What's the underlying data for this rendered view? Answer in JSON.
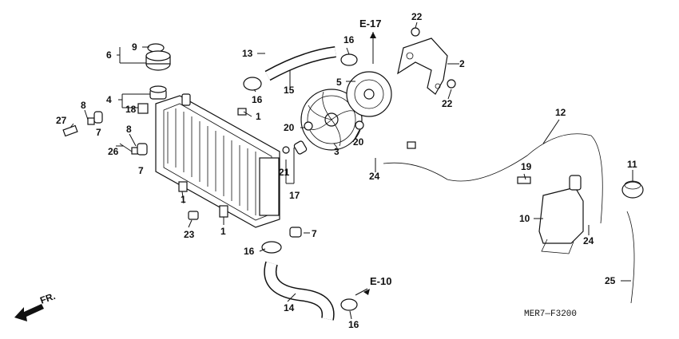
{
  "diagram": {
    "code": "MER7—F3200",
    "direction_label": "FR.",
    "refs": {
      "e17": "E-17",
      "e10": "E-10"
    },
    "callouts": {
      "c1a": "1",
      "c1b": "1",
      "c1c": "1",
      "c2": "2",
      "c3": "3",
      "c4": "4",
      "c5": "5",
      "c6": "6",
      "c7a": "7",
      "c7b": "7",
      "c7c": "7",
      "c8a": "8",
      "c8b": "8",
      "c9": "9",
      "c10": "10",
      "c11": "11",
      "c12": "12",
      "c13": "13",
      "c14": "14",
      "c15": "15",
      "c16a": "16",
      "c16b": "16",
      "c16c": "16",
      "c16d": "16",
      "c17": "17",
      "c18": "18",
      "c20a": "20",
      "c20b": "20",
      "c21": "21",
      "c22a": "22",
      "c22b": "22",
      "c23": "23",
      "c24a": "24",
      "c24b": "24",
      "c25": "25",
      "c26": "26",
      "c27": "27",
      "c19": "19"
    }
  }
}
